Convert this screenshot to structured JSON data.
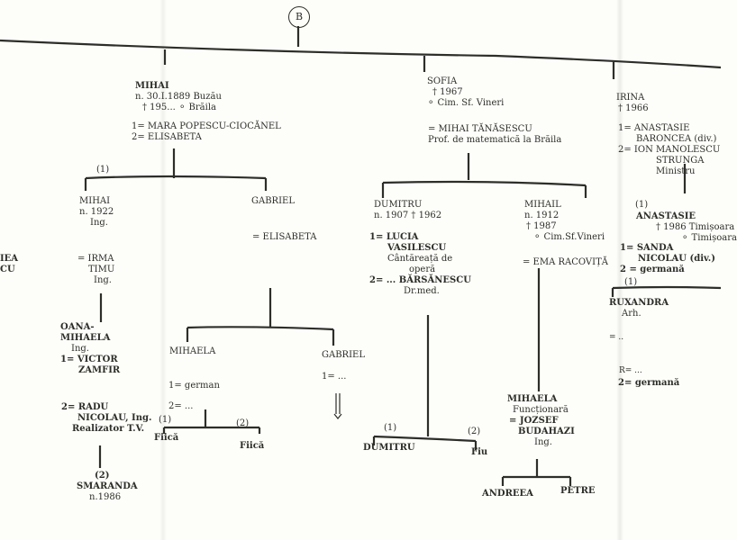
{
  "marker": "B",
  "left_edge": [
    "IEA",
    "CU"
  ],
  "mihai": {
    "name": "MIHAI",
    "born": "n. 30.I.1889 Buzău",
    "died": "† 195... ⚬ Brăila",
    "spouse1": "1= MARA POPESCU-CIOCĂNEL",
    "spouse2": "2= ELISABETA"
  },
  "mihai_children_marker": "(1)",
  "mihai_jr": {
    "name": "MIHAI",
    "born": "n. 1922",
    "prof": "Ing.",
    "spouse": "= IRMA",
    "spouse_b": "TIMU",
    "spouse_prof": "Ing."
  },
  "oana": {
    "name": "OANA-",
    "name_b": "MIHAELA",
    "prof": "Ing.",
    "spouse1": "1= VICTOR",
    "spouse1_b": "ZAMFIR",
    "spouse2": "2= RADU",
    "spouse2_b": "NICOLAU, Ing.",
    "spouse2_c": "Realizator T.V."
  },
  "smaranda": {
    "marker": "(2)",
    "name": "SMARANDA",
    "born": "n.1986"
  },
  "gabriel": {
    "name": "GABRIEL",
    "spouse": "= ELISABETA"
  },
  "mihaela_g": {
    "name": "MIHAELA",
    "spouse1": "1= german",
    "spouse2": "2= ...",
    "child1_marker": "(1)",
    "child1": "Fiică",
    "child2_marker": "(2)",
    "child2": "Fiică"
  },
  "gabriel_jr": {
    "name": "GABRIEL",
    "spouse": "1= ..."
  },
  "sofia": {
    "name": "SOFIA",
    "died": "† 1967",
    "buried": "⚬ Cim. Sf. Vineri",
    "spouse": "= MIHAI TĂNĂSESCU",
    "spouse_prof": "Prof. de matematică la Brăila"
  },
  "dumitru": {
    "name": "DUMITRU",
    "dates": "n. 1907   † 1962",
    "spouse1": "1= LUCIA",
    "spouse1_b": "VASILESCU",
    "spouse1_prof": "Cântăreață de",
    "spouse1_prof_b": "operă",
    "spouse2": "2= ... BĂRSĂNESCU",
    "spouse2_prof": "Dr.med."
  },
  "dumitru_children": {
    "c1_marker": "(1)",
    "c1": "DUMITRU",
    "c2_marker": "(2)",
    "c2": "Fiu"
  },
  "mihail": {
    "name": "MIHAIL",
    "born": "n. 1912",
    "died": "† 1987",
    "buried": "⚬ Cim.Sf.Vineri",
    "spouse": "= EMA RACOVIȚĂ"
  },
  "mihaela_m": {
    "name": "MIHAELA",
    "prof": "Funcționară",
    "spouse": "= JOZSEF",
    "spouse_b": "BUDAHAZI",
    "spouse_prof": "Ing."
  },
  "mihaela_children": {
    "c1": "ANDREEA",
    "c2": "PETRE"
  },
  "irina": {
    "name": "IRINA",
    "died": "† 1966",
    "spouse1": "1= ANASTASIE",
    "spouse1_b": "BARONCEA (div.)",
    "spouse2": "2= ION MANOLESCU",
    "spouse2_b": "STRUNGA",
    "spouse2_prof": "Ministru"
  },
  "anastasie": {
    "marker": "(1)",
    "name": "ANASTASIE",
    "died": "† 1986 Timișoara",
    "buried": "⚬ Timișoara",
    "spouse1": "1= SANDA",
    "spouse1_b": "NICOLAU (div.)",
    "spouse2": "2 = germană"
  },
  "ruxandra": {
    "marker": "(1)",
    "name": "RUXANDRA",
    "prof": "Arh.",
    "spouse1": "= ..",
    "spouse2": "R= ...",
    "spouse3": "2= germană"
  }
}
